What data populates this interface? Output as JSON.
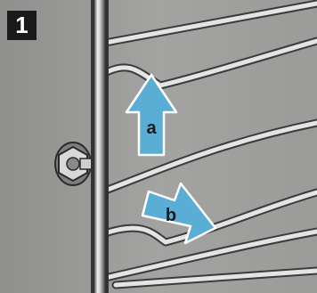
{
  "figure": {
    "step_number": "1",
    "arrow_a_label": "a",
    "arrow_b_label": "b"
  },
  "icons": {
    "rack": "oven-rack-icon",
    "bolt": "hex-nut-icon",
    "arrow_a": "up-arrow-icon",
    "arrow_b": "right-arrow-icon"
  },
  "colors": {
    "wall": "#9a9a98",
    "arrow": "#5aaed6",
    "badge": "#1a1a1a"
  }
}
